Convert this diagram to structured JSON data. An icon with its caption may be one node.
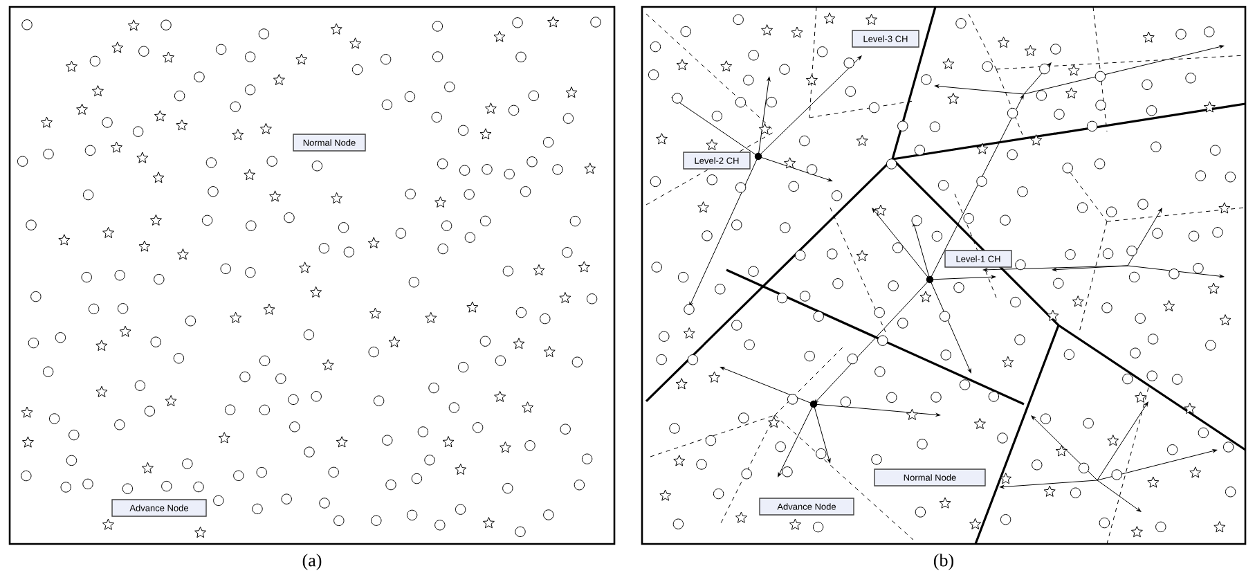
{
  "diagram": {
    "nodes": [
      {
        "text": [],
        "shape": "box",
        "beside": [
          "(a)"
        ]
      },
      {
        "text": [
          "Normal Node"
        ],
        "in": 0
      },
      {
        "text": [
          "Advance Node"
        ],
        "in": 0
      },
      {
        "text": [],
        "shape": "box",
        "beside": [
          "(b)"
        ]
      },
      {
        "text": [
          "Level-3 CH"
        ],
        "in": 3
      },
      {
        "text": [
          "Level-2 CH"
        ],
        "in": 3
      },
      {
        "text": [
          "Level-1 CH"
        ],
        "in": 3
      },
      {
        "text": [
          "Normal  Node"
        ],
        "in": 3
      },
      {
        "text": [
          "Advance Node"
        ],
        "in": 3
      }
    ]
  }
}
